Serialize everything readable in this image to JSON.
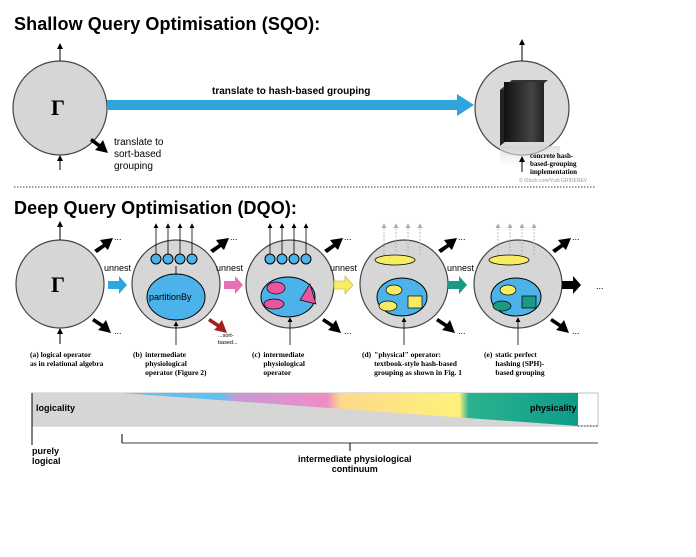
{
  "sqo": {
    "title": "Shallow Query Optimisation (SQO):",
    "gamma": "Γ",
    "translate_hash": "translate to hash-based grouping",
    "translate_sort": "translate to\nsort-based\ngrouping",
    "concrete": "concrete hash-\nbased-grouping\nimplementation",
    "copyright": "© iStock.com/Yurii GRIDENEV"
  },
  "dqo": {
    "title": "Deep Query Optimisation (DQO):",
    "gamma": "Γ",
    "unnest_label": "unnest",
    "ellipsis": "...",
    "sort_based": "...sort-\nbased...",
    "partition_label": "partitionBy",
    "captions": [
      {
        "label": "(a)",
        "text": "logical operator\nas in relational algebra"
      },
      {
        "label": "(b)",
        "text": "intermediate\nphysiological\noperator (Figure 2)"
      },
      {
        "label": "(c)",
        "text": "intermediate\nphysiological\noperator"
      },
      {
        "label": "(d)",
        "text": "\"physical\" operator:\ntextbook-style hash-based\ngrouping as shown in Fig. 1"
      },
      {
        "label": "(e)",
        "text": "static perfect\nhashing (SPH)-\nbased grouping"
      }
    ],
    "gradient_colors": [
      "#62bfef",
      "#c69ad6",
      "#f08cc4",
      "#fff27a",
      "#2bb38f",
      "#0e9b88"
    ],
    "unnest_arrow_colors": [
      "#29a8e0",
      "#e86fb3",
      "#f8ec63",
      "#1a9a80"
    ],
    "logicality": "logicality",
    "physicality": "physicality",
    "purely_logical": "purely\nlogical",
    "continuum": "intermediate physiological\ncontinuum"
  }
}
